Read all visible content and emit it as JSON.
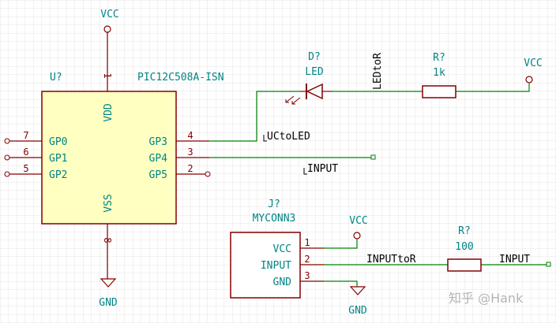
{
  "colors": {
    "grid": "#e6e6e6",
    "background": "#ffffff",
    "wire": "#008000",
    "body_fill": "#ffffc2",
    "body_outline": "#840000",
    "pin": "#840000",
    "ref_text": "#008484",
    "pin_text": "#840000",
    "label_text": "#000000",
    "watermark": "#b4b4b4"
  },
  "u1": {
    "ref": "U?",
    "value": "PIC12C508A-ISN",
    "pins": [
      {
        "num": "1",
        "name": "VDD"
      },
      {
        "num": "7",
        "name": "GP0"
      },
      {
        "num": "6",
        "name": "GP1"
      },
      {
        "num": "5",
        "name": "GP2"
      },
      {
        "num": "4",
        "name": "GP3"
      },
      {
        "num": "3",
        "name": "GP4"
      },
      {
        "num": "2",
        "name": "GP5"
      },
      {
        "num": "8",
        "name": "VSS"
      }
    ]
  },
  "power": {
    "vcc_label": "VCC",
    "gnd_label": "GND"
  },
  "led": {
    "ref": "D?",
    "value": "LED"
  },
  "r_top": {
    "ref": "R?",
    "value": "1k"
  },
  "r_bottom": {
    "ref": "R?",
    "value": "100"
  },
  "connector": {
    "ref": "J?",
    "value": "MYCONN3",
    "pins": [
      {
        "num": "1",
        "name": "VCC"
      },
      {
        "num": "2",
        "name": "INPUT"
      },
      {
        "num": "3",
        "name": "GND"
      }
    ]
  },
  "nets": {
    "uc_to_led": "UCtoLED",
    "led_to_r": "LEDtoR",
    "input": "INPUT",
    "input_to_r": "INPUTtoR",
    "input_end": "INPUT"
  },
  "watermark": "知乎 @Hank"
}
